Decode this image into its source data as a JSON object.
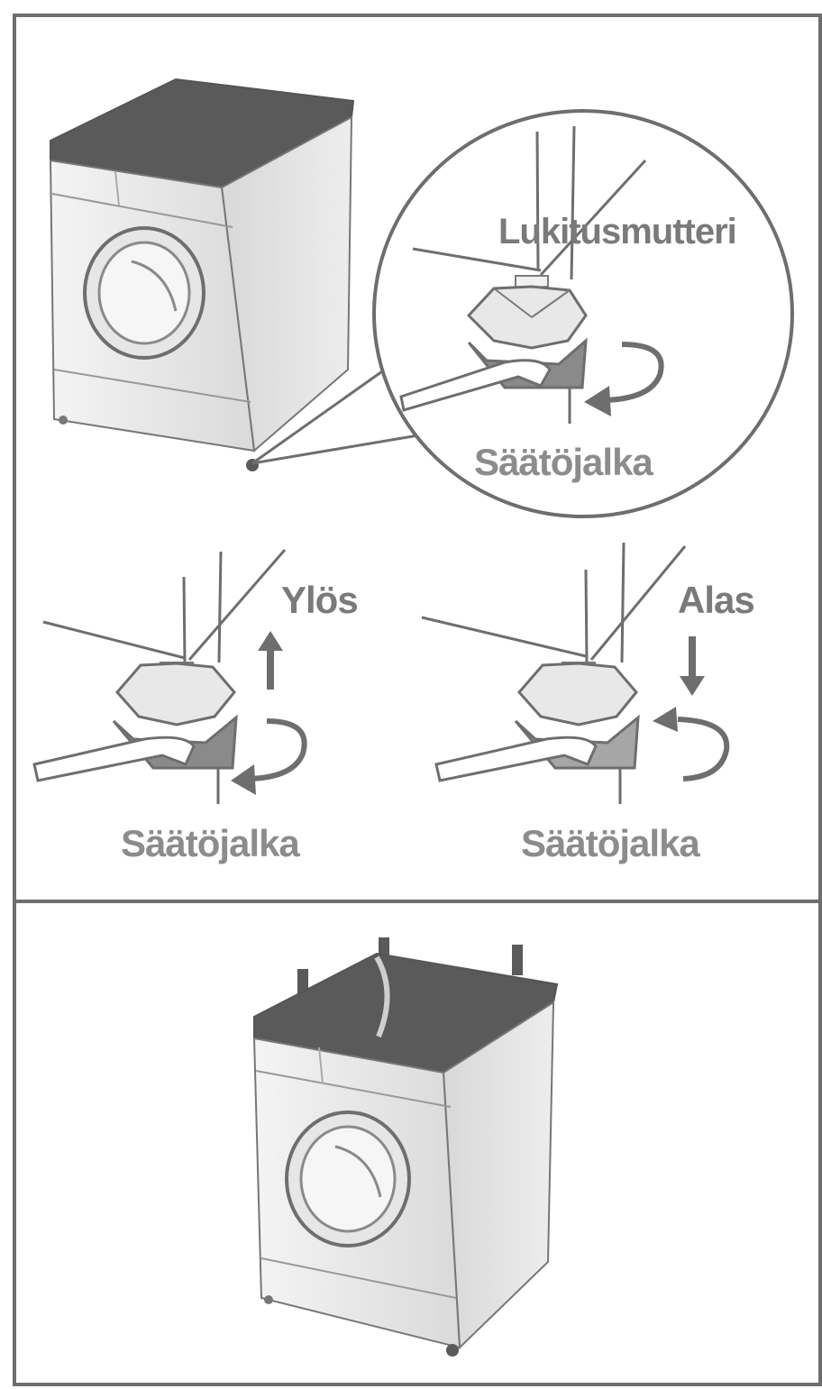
{
  "labels": {
    "lock_nut": "Lukitusmutteri",
    "adjust_foot_zoom": "Säätöjalka",
    "adjust_foot_left": "Säätöjalka",
    "adjust_foot_right": "Säätöjalka",
    "up": "Ylös",
    "down": "Alas"
  },
  "colors": {
    "border": "#6e6e6e",
    "line": "#6e6e6e",
    "label": "#8c8c8c",
    "top": "#5a5a5a",
    "body": "#ececec"
  },
  "icons": {
    "arrow_up": "arrow-up-icon",
    "arrow_down": "arrow-down-icon",
    "rotate_cw": "rotate-clockwise-icon",
    "rotate_ccw": "rotate-counterclockwise-icon"
  }
}
